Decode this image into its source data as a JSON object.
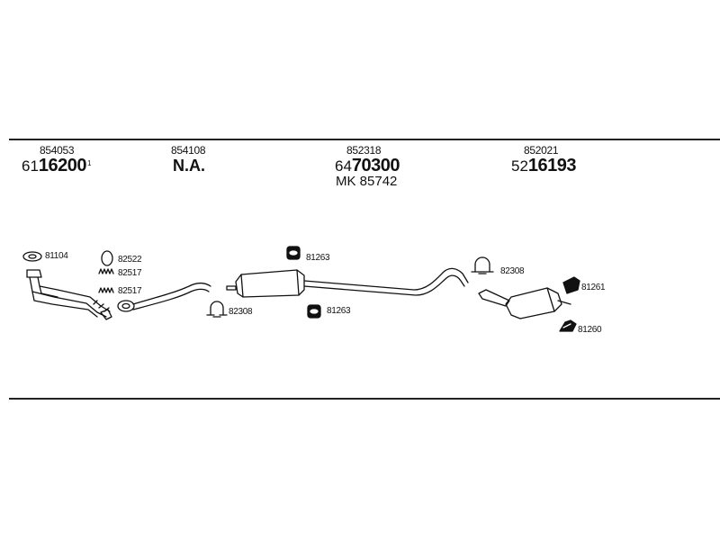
{
  "columns": [
    {
      "ref": "854053",
      "prefix": "61",
      "bold": "16200",
      "suffix": "1"
    },
    {
      "ref": "854108",
      "na": "N.A."
    },
    {
      "ref": "852318",
      "prefix": "64",
      "bold": "70300",
      "extra": "MK 85742"
    },
    {
      "ref": "852021",
      "prefix": "52",
      "bold": "16193"
    }
  ],
  "parts": {
    "p81104": "81104",
    "p82522": "82522",
    "p82517a": "82517",
    "p82517b": "82517",
    "p82308a": "82308",
    "p81263a": "81263",
    "p81263b": "81263",
    "p82308b": "82308",
    "p81261": "81261",
    "p81260": "81260"
  }
}
